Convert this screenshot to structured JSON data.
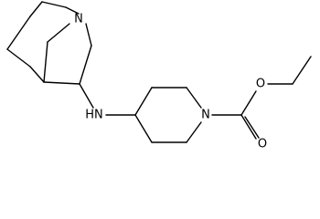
{
  "molecule": {
    "atoms": [
      {
        "id": "quinuclidine-nitrogen",
        "label": "N"
      },
      {
        "id": "amine-nh",
        "label": "HN"
      },
      {
        "id": "piperidine-nitrogen",
        "label": "N"
      },
      {
        "id": "ester-ether-oxygen",
        "label": "O"
      },
      {
        "id": "carbonyl-oxygen",
        "label": "O"
      }
    ],
    "colors": {
      "bond": "#000000",
      "label": "#000000",
      "background": "#ffffff"
    }
  }
}
